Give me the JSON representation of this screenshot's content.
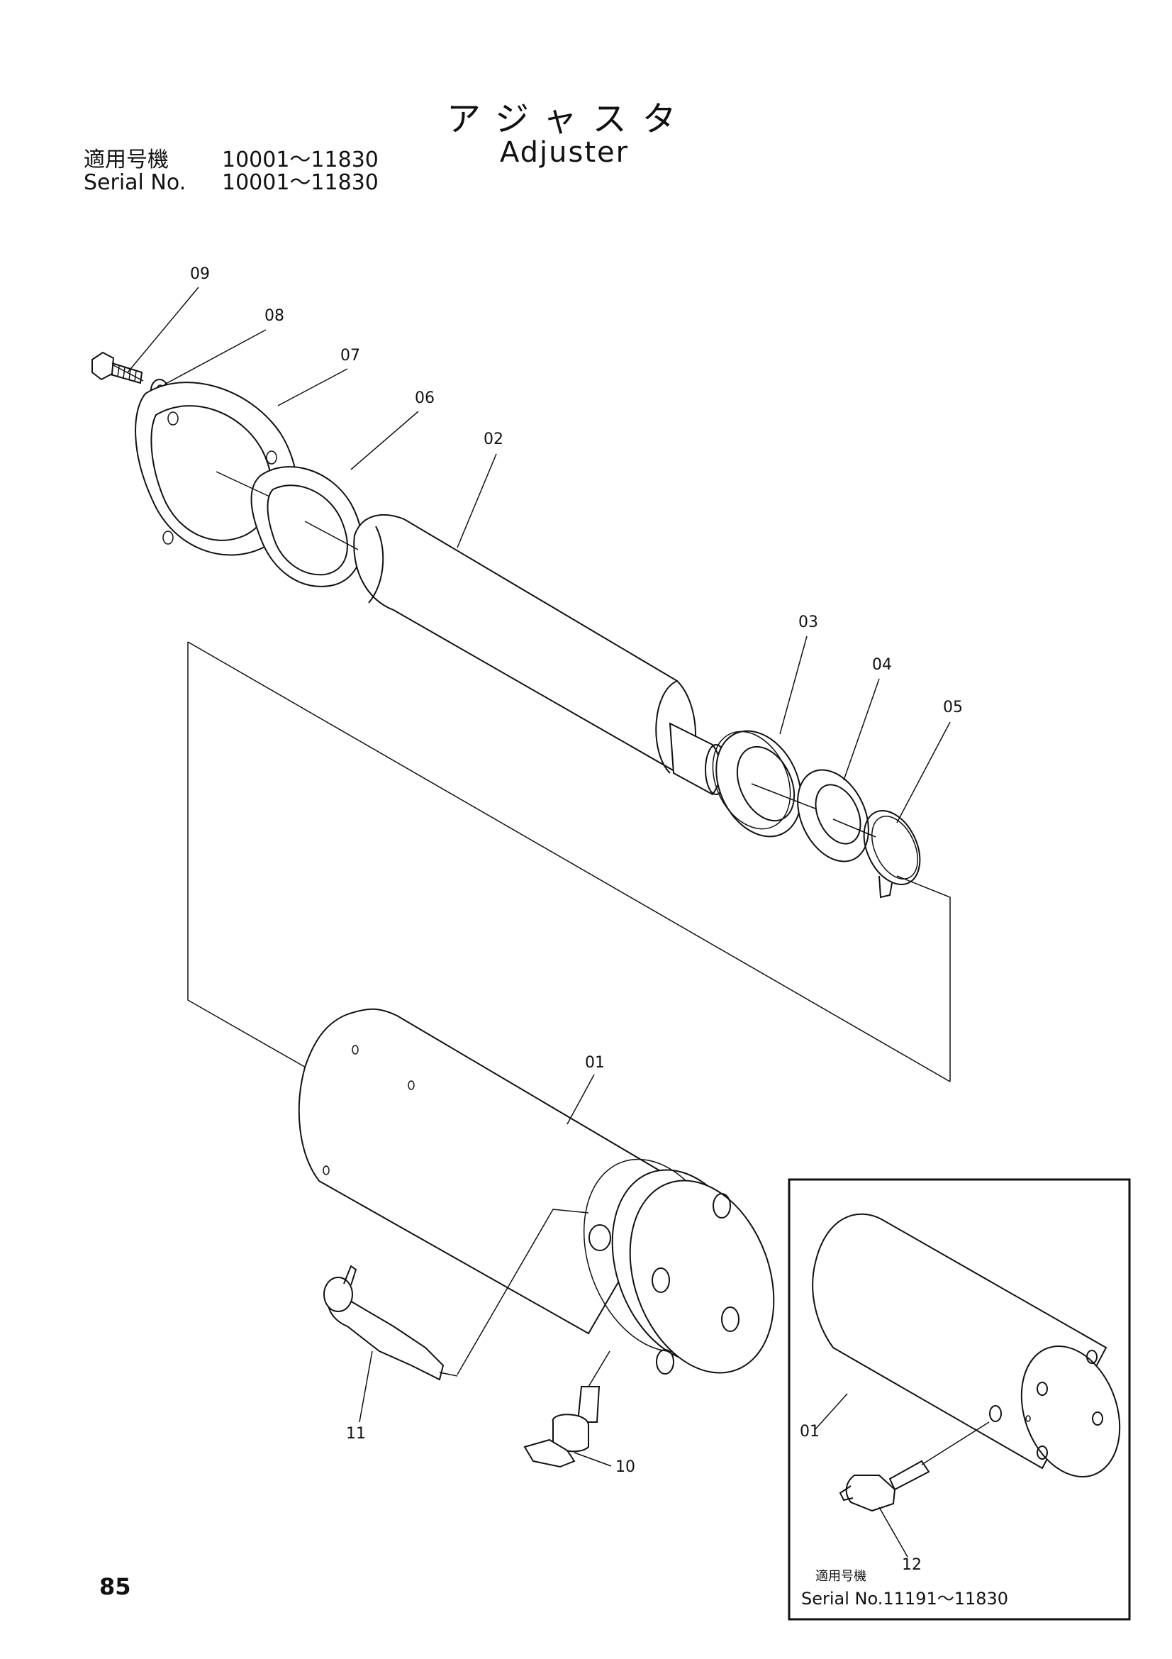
{
  "header": {
    "title_jp": "アジャスタ",
    "title_en": "Adjuster",
    "serial_label_jp": "適用号機",
    "serial_label_en": "Serial No.",
    "serial_range_jp": "10001～11830",
    "serial_range_en": "10001～11830"
  },
  "parts": [
    {
      "id": "01",
      "label": "01"
    },
    {
      "id": "02",
      "label": "02"
    },
    {
      "id": "03",
      "label": "03"
    },
    {
      "id": "04",
      "label": "04"
    },
    {
      "id": "05",
      "label": "05"
    },
    {
      "id": "06",
      "label": "06"
    },
    {
      "id": "07",
      "label": "07"
    },
    {
      "id": "08",
      "label": "08"
    },
    {
      "id": "09",
      "label": "09"
    },
    {
      "id": "10",
      "label": "10"
    },
    {
      "id": "11",
      "label": "11"
    }
  ],
  "inset": {
    "part_01": "01",
    "part_12": "12",
    "serial_label_jp": "適用号機",
    "serial_text": "Serial No.11191～11830"
  },
  "page_number": "85"
}
